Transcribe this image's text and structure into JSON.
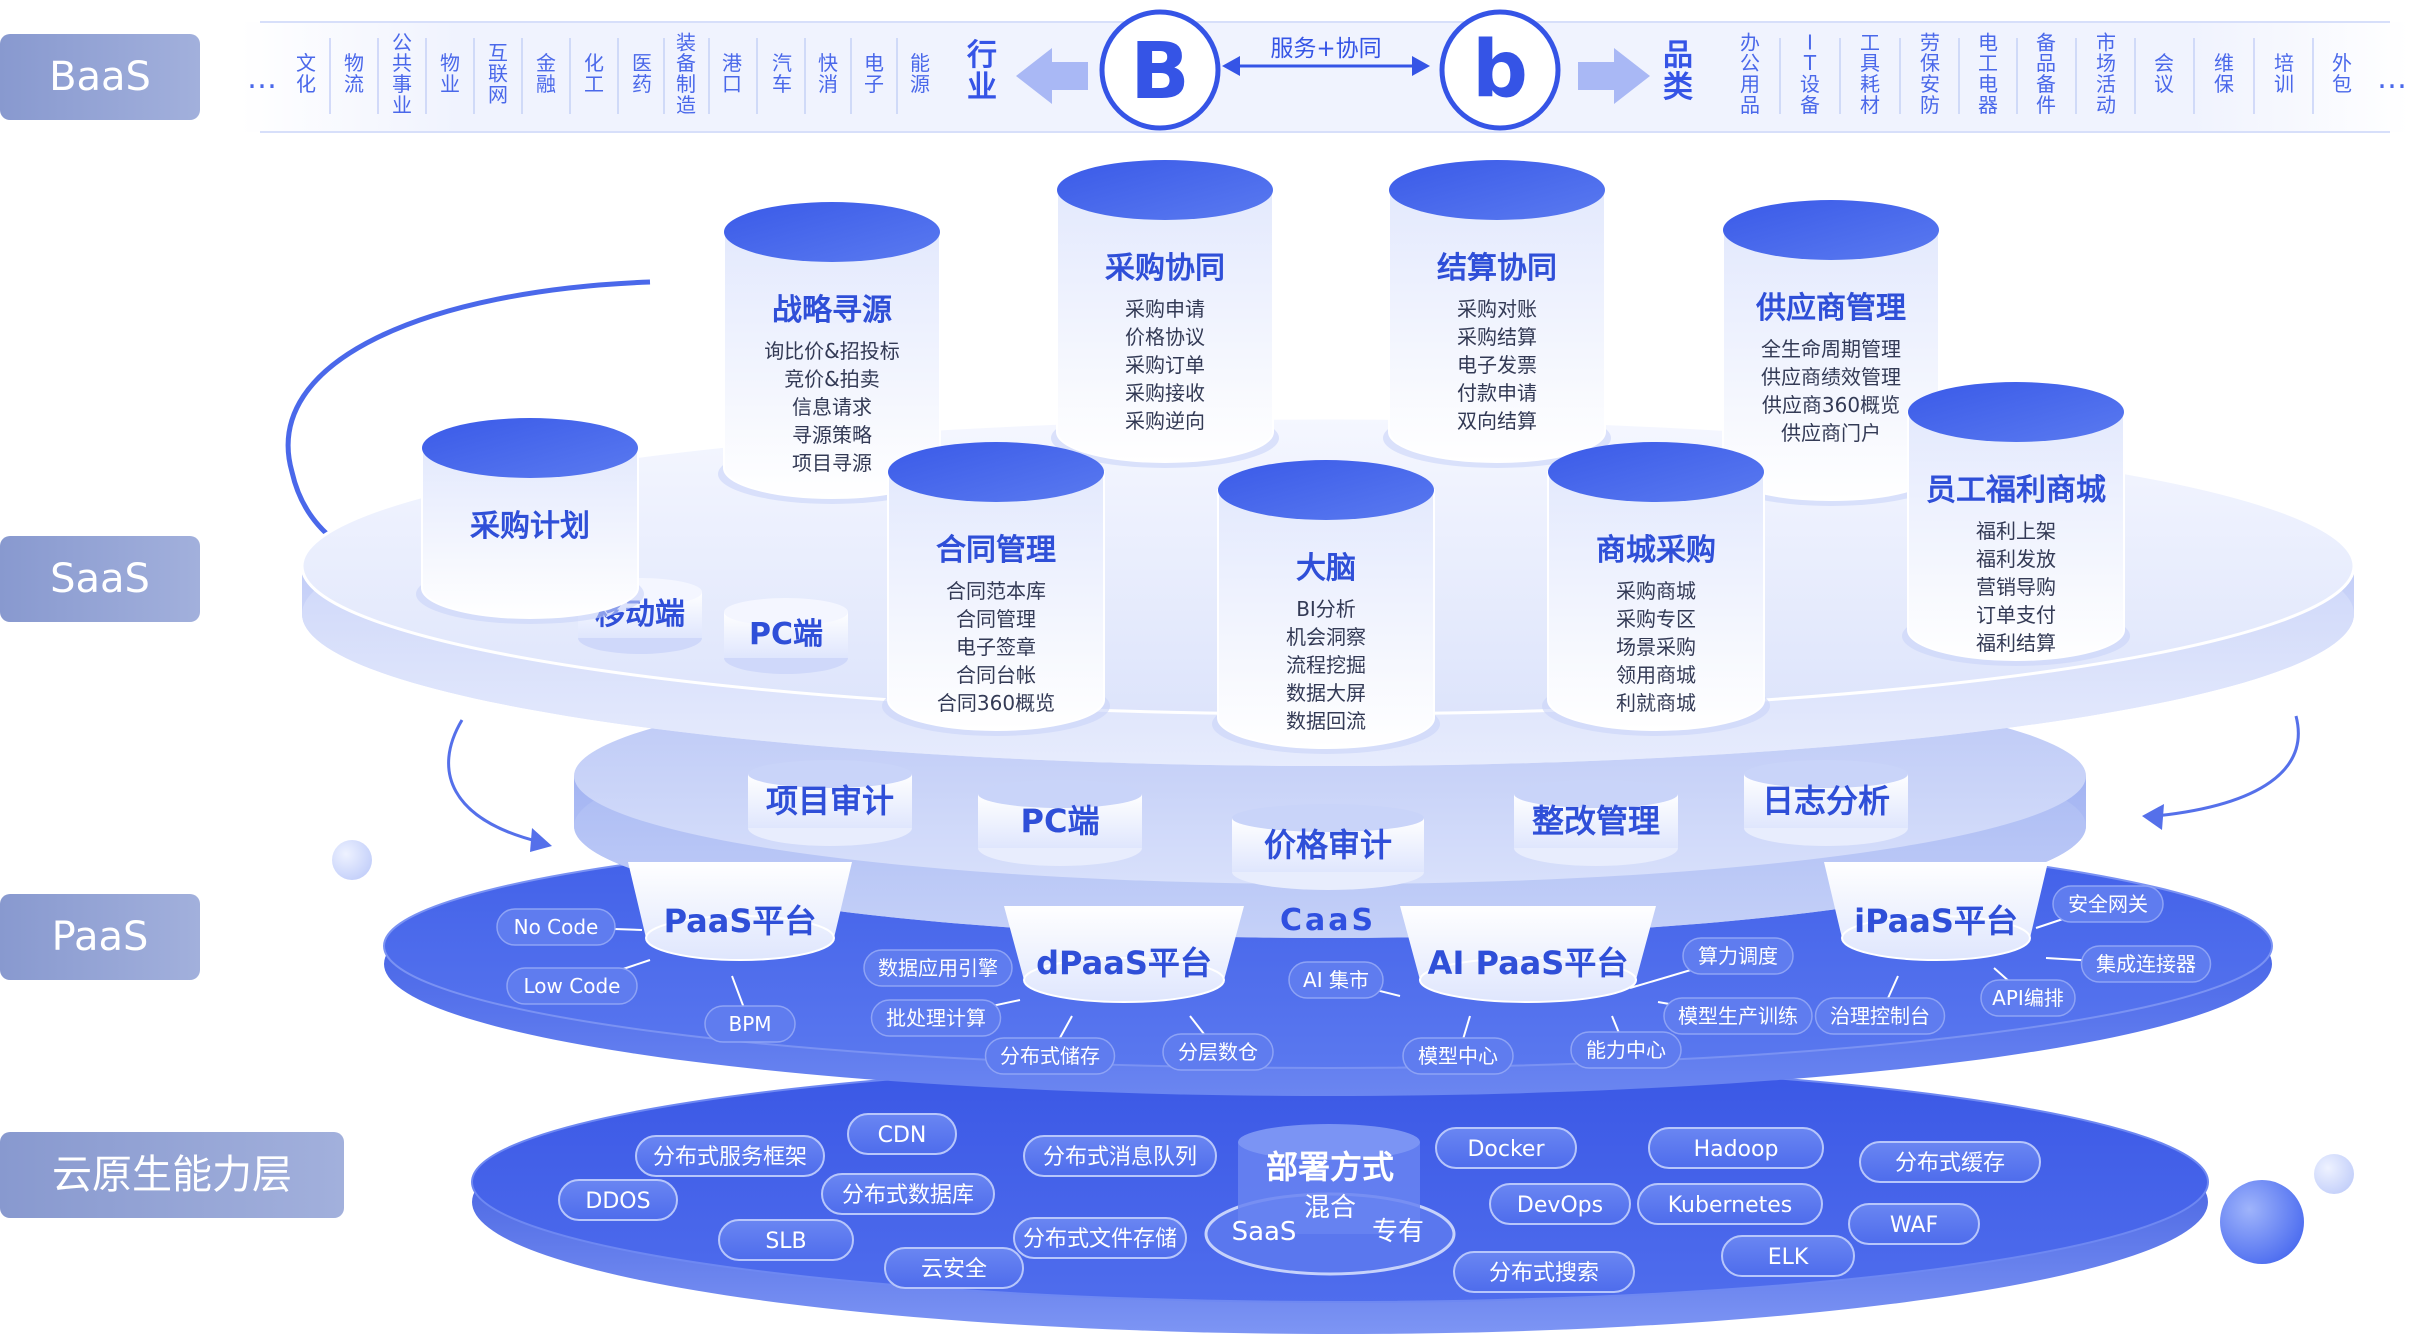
{
  "layers": {
    "baas": "BaaS",
    "saas": "SaaS",
    "paas": "PaaS",
    "cloud": "云原生能力层"
  },
  "baas": {
    "ellipsis_left": "…",
    "ellipsis_right": "…",
    "industries": [
      "文化",
      "物流",
      "公共事业",
      "物业",
      "互联网",
      "金融",
      "化工",
      "医药",
      "装备制造",
      "港口",
      "汽车",
      "快消",
      "电子",
      "能源"
    ],
    "industry_label": "行业",
    "b_big": "B",
    "b_small": "b",
    "link_label": "服务+协同",
    "category_label": "品类",
    "categories": [
      "办公用品",
      "IT设备",
      "工具耗材",
      "劳保安防",
      "电工电器",
      "备品备件",
      "市场活动",
      "会议",
      "维保",
      "培训",
      "外包"
    ]
  },
  "saas": {
    "modules": [
      {
        "title": "战略寻源",
        "items": [
          "询比价&招投标",
          "竞价&拍卖",
          "信息请求",
          "寻源策略",
          "项目寻源"
        ]
      },
      {
        "title": "采购协同",
        "items": [
          "采购申请",
          "价格协议",
          "采购订单",
          "采购接收",
          "采购逆向"
        ]
      },
      {
        "title": "结算协同",
        "items": [
          "采购对账",
          "采购结算",
          "电子发票",
          "付款申请",
          "双向结算"
        ]
      },
      {
        "title": "供应商管理",
        "items": [
          "全生命周期管理",
          "供应商绩效管理",
          "供应商360概览",
          "供应商门户"
        ]
      },
      {
        "title": "采购计划",
        "items": []
      },
      {
        "title": "合同管理",
        "items": [
          "合同范本库",
          "合同管理",
          "电子签章",
          "合同台帐",
          "合同360概览"
        ]
      },
      {
        "title": "大脑",
        "items": [
          "BI分析",
          "机会洞察",
          "流程挖掘",
          "数据大屏",
          "数据回流"
        ]
      },
      {
        "title": "商城采购",
        "items": [
          "采购商城",
          "采购专区",
          "场景采购",
          "领用商城",
          "利就商城"
        ]
      },
      {
        "title": "员工福利商城",
        "items": [
          "福利上架",
          "福利发放",
          "营销导购",
          "订单支付",
          "福利结算"
        ]
      }
    ],
    "pads": [
      "移动端",
      "PC端"
    ]
  },
  "audit": {
    "items": [
      "项目审计",
      "PC端",
      "价格审计",
      "整改管理",
      "日志分析"
    ]
  },
  "paas": {
    "caas": "CaaS",
    "platforms": [
      "PaaS平台",
      "dPaaS平台",
      "AI PaaS平台",
      "iPaaS平台"
    ],
    "tags": [
      "No Code",
      "Low Code",
      "BPM",
      "数据应用引擎",
      "批处理计算",
      "分布式储存",
      "分层数仓",
      "AI 集市",
      "模型中心",
      "能力中心",
      "算力调度",
      "模型生产训练",
      "安全网关",
      "集成连接器",
      "API编排",
      "治理控制台"
    ]
  },
  "cloud": {
    "center": {
      "title": "部署方式",
      "items": [
        "混合",
        "SaaS",
        "专有"
      ]
    },
    "pills": [
      "分布式服务框架",
      "CDN",
      "DDOS",
      "分布式数据库",
      "SLB",
      "云安全",
      "分布式消息队列",
      "分布式文件存储",
      "Docker",
      "DevOps",
      "Hadoop",
      "Kubernetes",
      "分布式搜索",
      "ELK",
      "分布式缓存",
      "WAF"
    ]
  },
  "colors": {
    "accent": "#3f5ee8",
    "disc_top": "#e6ebfd",
    "paas_disc": "#4a69ec",
    "cloud_disc": "#3b58e6",
    "label_bg": "#94a3d8"
  }
}
